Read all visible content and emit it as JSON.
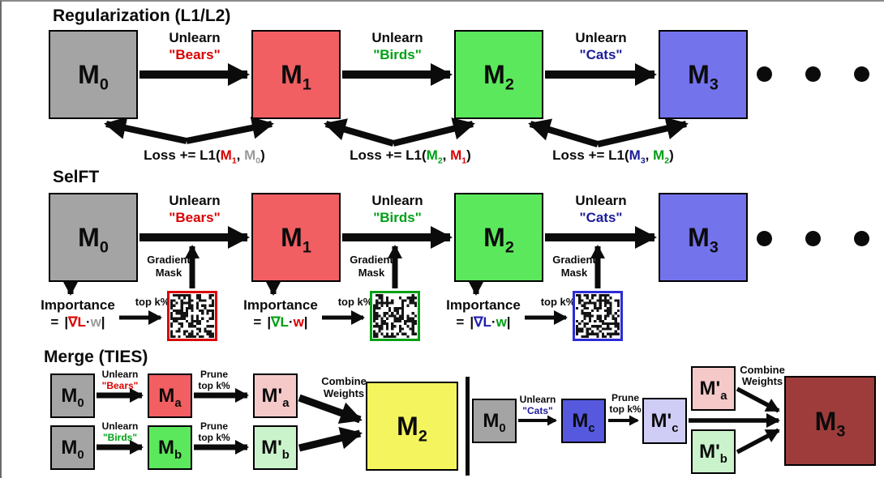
{
  "colors": {
    "box_gray": "#a4a4a4",
    "box_red": "#f15f62",
    "box_green": "#5ce85c",
    "box_blue": "#7373ec",
    "box_blue_deep": "#5658de",
    "box_yellow": "#f4f45e",
    "box_maroon": "#9e3c3c",
    "box_pink": "#f6c9c9",
    "box_green_light": "#cbf3cb",
    "box_lavender": "#cfccf6",
    "accent_red": "#d90000",
    "accent_green": "#00a014",
    "accent_navy": "#1c1c9b",
    "accent_gray": "#9a9a9a",
    "ink": "#0b0b0b"
  },
  "titles": {
    "regularization": "Regularization (L1/L2)",
    "selft": "SelFT",
    "merge": "Merge (TIES)"
  },
  "words": {
    "unlearn": "Unlearn",
    "bears": "\"Bears\"",
    "birds": "\"Birds\"",
    "cats": "\"Cats\"",
    "importance": "Importance",
    "top_k": "top k%",
    "gradient": "Gradient",
    "mask": "Mask",
    "prune": "Prune",
    "combine": "Combine",
    "weights": "Weights"
  },
  "models": {
    "m0": {
      "m": "M",
      "s": "0"
    },
    "m1": {
      "m": "M",
      "s": "1"
    },
    "m2": {
      "m": "M",
      "s": "2"
    },
    "m3": {
      "m": "M",
      "s": "3"
    },
    "ma": {
      "m": "M",
      "s": "a"
    },
    "mb": {
      "m": "M",
      "s": "b"
    },
    "mc": {
      "m": "M",
      "s": "c"
    },
    "mpa": {
      "m": "M'",
      "s": "a"
    },
    "mpb": {
      "m": "M'",
      "s": "b"
    },
    "mpc": {
      "m": "M'",
      "s": "c"
    }
  },
  "loss": [
    {
      "pre": "Loss += L1(",
      "a": "M",
      "as": "1",
      "a_color": "#d90000",
      "sep": ", ",
      "b": "M",
      "bs": "0",
      "b_color": "#9a9a9a",
      "post": ")"
    },
    {
      "pre": "Loss += L1(",
      "a": "M",
      "as": "2",
      "a_color": "#00a014",
      "sep": ", ",
      "b": "M",
      "bs": "1",
      "b_color": "#d90000",
      "post": ")"
    },
    {
      "pre": "Loss += L1(",
      "a": "M",
      "as": "3",
      "a_color": "#1c1c9b",
      "sep": ", ",
      "b": "M",
      "bs": "2",
      "b_color": "#00a014",
      "post": ")"
    }
  ],
  "formula": {
    "eq": "=",
    "lbar": "|",
    "grad": "∇L",
    "dot": "·",
    "w": "w",
    "rbar": "|"
  },
  "selft_groups": [
    {
      "grad_color": "#d90000",
      "w_color": "#9a9a9a",
      "mask_border": "#d90000"
    },
    {
      "grad_color": "#00a014",
      "w_color": "#d90000",
      "mask_border": "#00a014"
    },
    {
      "grad_color": "#1f1fae",
      "w_color": "#00a014",
      "mask_border": "#2c2cd8"
    }
  ]
}
